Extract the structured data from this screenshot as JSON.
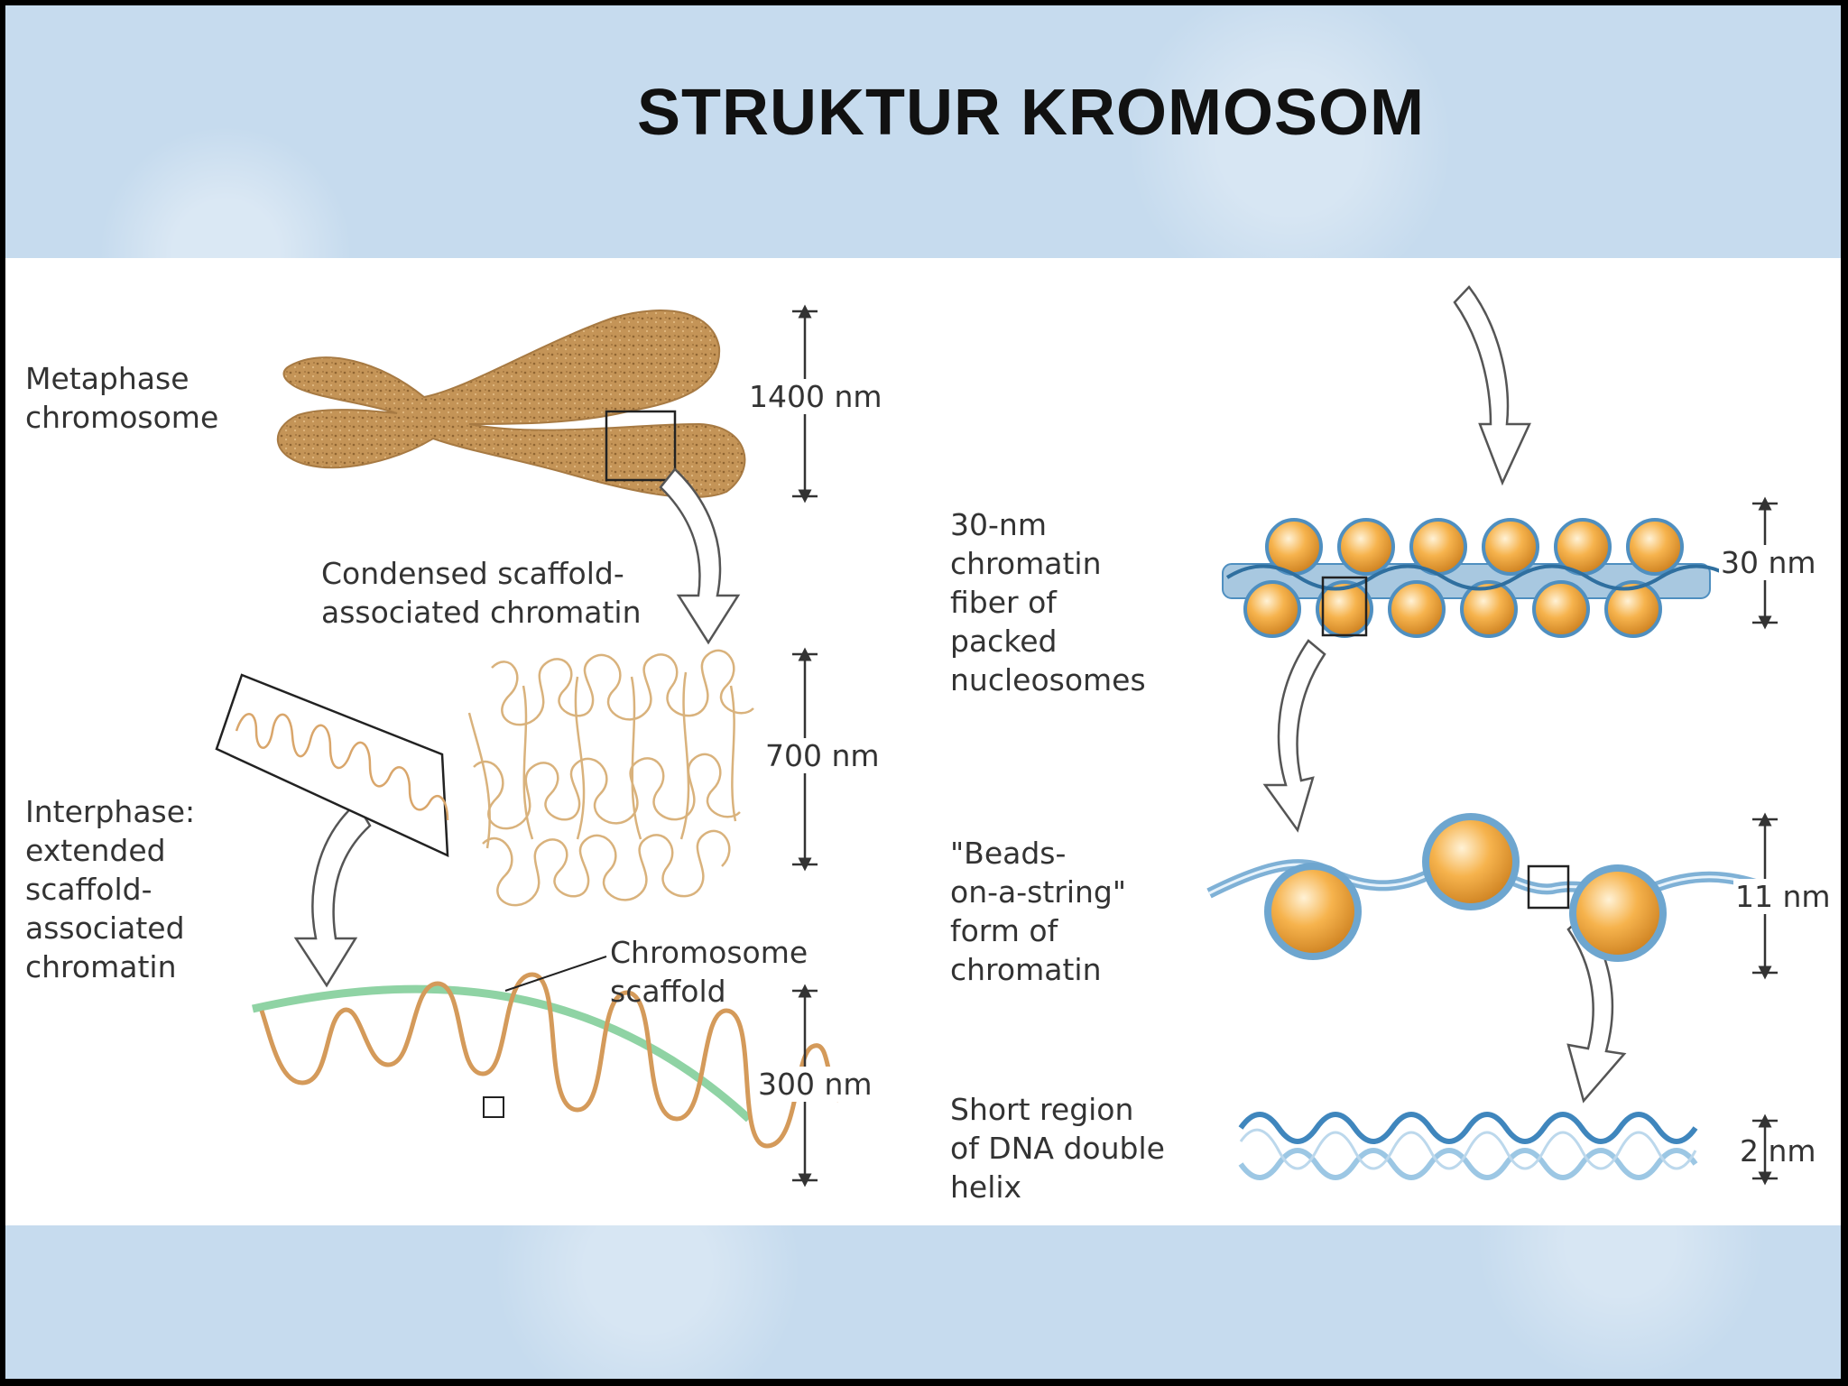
{
  "slide": {
    "title": "STRUKTUR KROMOSOM"
  },
  "labels": {
    "metaphase": "Metaphase\nchromosome",
    "condensed": "Condensed scaffold-\nassociated chromatin",
    "interphase": "Interphase:\nextended\nscaffold-\nassociated\nchromatin",
    "scaffold": "Chromosome\nscaffold",
    "fiber30": "30-nm\nchromatin\nfiber of\npacked\nnucleosomes",
    "beads": "\"Beads-\non-a-string\"\nform of\nchromatin",
    "dna": "Short region\nof DNA double\nhelix"
  },
  "dimensions": {
    "d1400": "1400 nm",
    "d700": "700 nm",
    "d300": "300 nm",
    "d30": "30 nm",
    "d11": "11 nm",
    "d2": "2 nm"
  },
  "colors": {
    "chromosome": "#c49457",
    "loop": "#d3a066",
    "scaffold_line": "#8fd3a4",
    "nucleosome": "#f2a33a",
    "dna": "#4f8fc0"
  }
}
